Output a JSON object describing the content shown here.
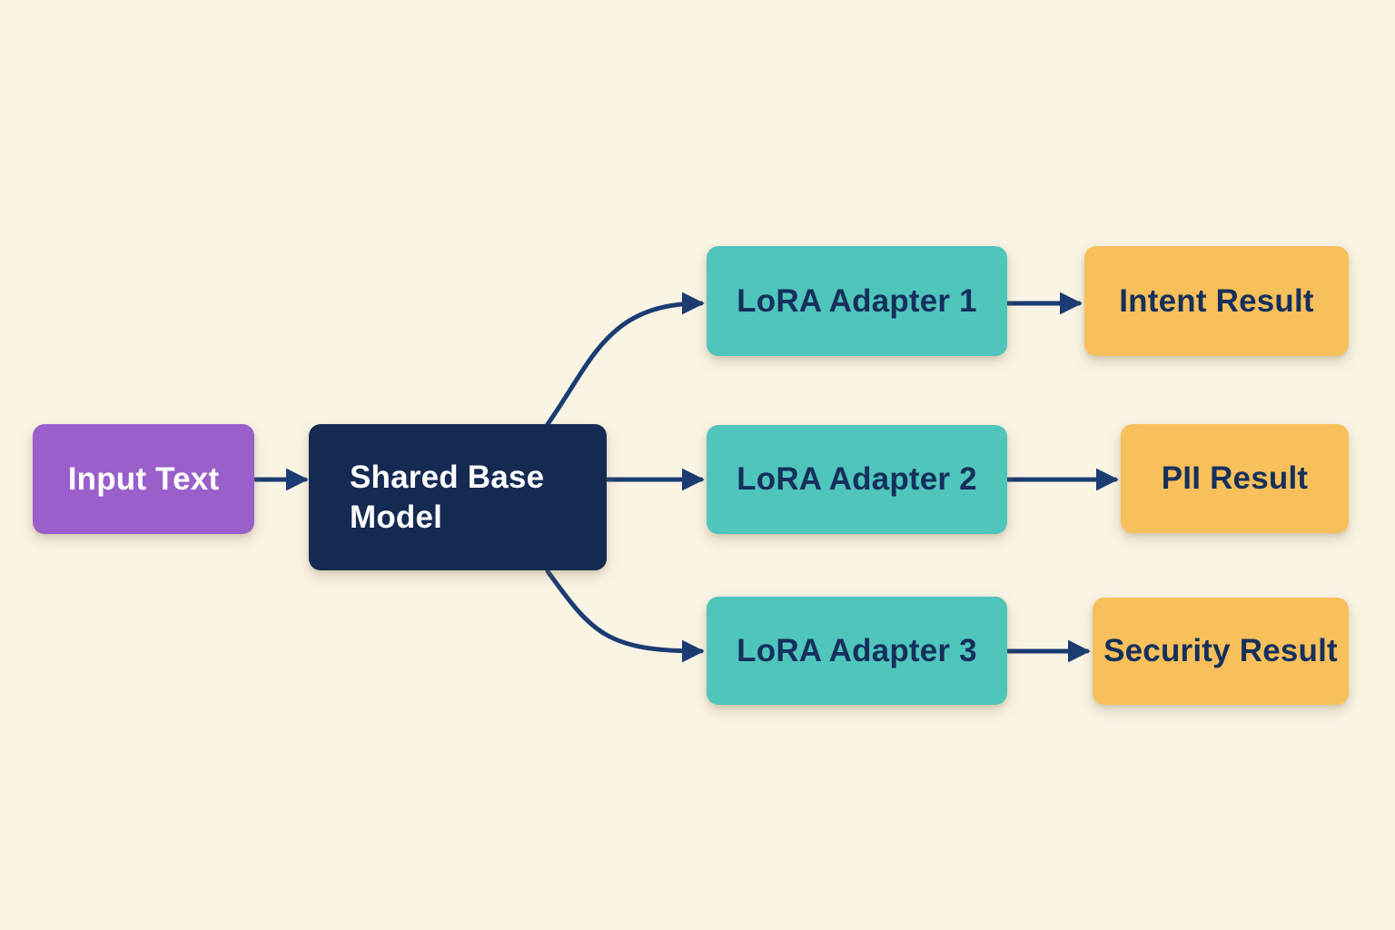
{
  "palette": {
    "background": "#faf4e5",
    "purple": "#9a5fcb",
    "navy": "#152a52",
    "teal": "#4fc5bc",
    "yellow": "#f8c05a",
    "arrow": "#1b3c72",
    "text_light": "#ffffff",
    "text_dark": "#15305c"
  },
  "nodes": {
    "input": {
      "label": "Input Text"
    },
    "base": {
      "label": "Shared Base Model"
    },
    "adapters": [
      {
        "label": "LoRA Adapter 1"
      },
      {
        "label": "LoRA Adapter 2"
      },
      {
        "label": "LoRA Adapter 3"
      }
    ],
    "results": [
      {
        "label": "Intent Result"
      },
      {
        "label": "PII Result"
      },
      {
        "label": "Security Result"
      }
    ]
  },
  "edges": [
    {
      "from": "input-text",
      "to": "shared-base-model"
    },
    {
      "from": "shared-base-model",
      "to": "lora-adapter-1"
    },
    {
      "from": "shared-base-model",
      "to": "lora-adapter-2"
    },
    {
      "from": "shared-base-model",
      "to": "lora-adapter-3"
    },
    {
      "from": "lora-adapter-1",
      "to": "intent-result"
    },
    {
      "from": "lora-adapter-2",
      "to": "pii-result"
    },
    {
      "from": "lora-adapter-3",
      "to": "security-result"
    }
  ]
}
